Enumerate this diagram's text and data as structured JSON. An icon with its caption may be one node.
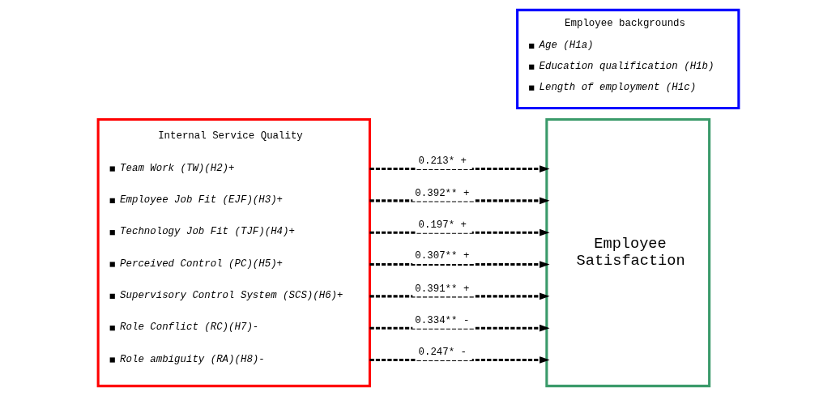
{
  "diagram": {
    "nodes": [
      {
        "text": [
          "Employee backgrounds",
          "Age (H1a)",
          "Education qualification (H1b)",
          "Length of employment (H1c)"
        ]
      },
      {
        "text": [
          "Internal Service Quality",
          "Team Work (TW)(H2)+",
          "Employee Job Fit (EJF)(H3)+",
          "Technology Job Fit (TJF)(H4)+",
          "Perceived Control (PC)(H5)+",
          "Supervisory Control System (SCS)(H6)+",
          "Role Conflict (RC)(H7)-",
          "Role ambiguity (RA)(H8)-"
        ]
      },
      {
        "text": [
          "Employee Satisfaction"
        ]
      }
    ],
    "edges": [
      {
        "from": 1,
        "to": 2,
        "arrow": "to",
        "label": "0.213* +",
        "style": "dashed"
      },
      {
        "from": 1,
        "to": 2,
        "arrow": "to",
        "label": "0.392** +",
        "style": "dashed"
      },
      {
        "from": 1,
        "to": 2,
        "arrow": "to",
        "label": "0.197* +",
        "style": "dashed"
      },
      {
        "from": 1,
        "to": 2,
        "arrow": "to",
        "label": "0.307** +",
        "style": "dashed"
      },
      {
        "from": 1,
        "to": 2,
        "arrow": "to",
        "label": "0.391** +",
        "style": "dashed"
      },
      {
        "from": 1,
        "to": 2,
        "arrow": "to",
        "label": "0.334** -",
        "style": "dashed"
      },
      {
        "from": 1,
        "to": 2,
        "arrow": "to",
        "label": "0.247* -",
        "style": "dashed"
      }
    ]
  }
}
